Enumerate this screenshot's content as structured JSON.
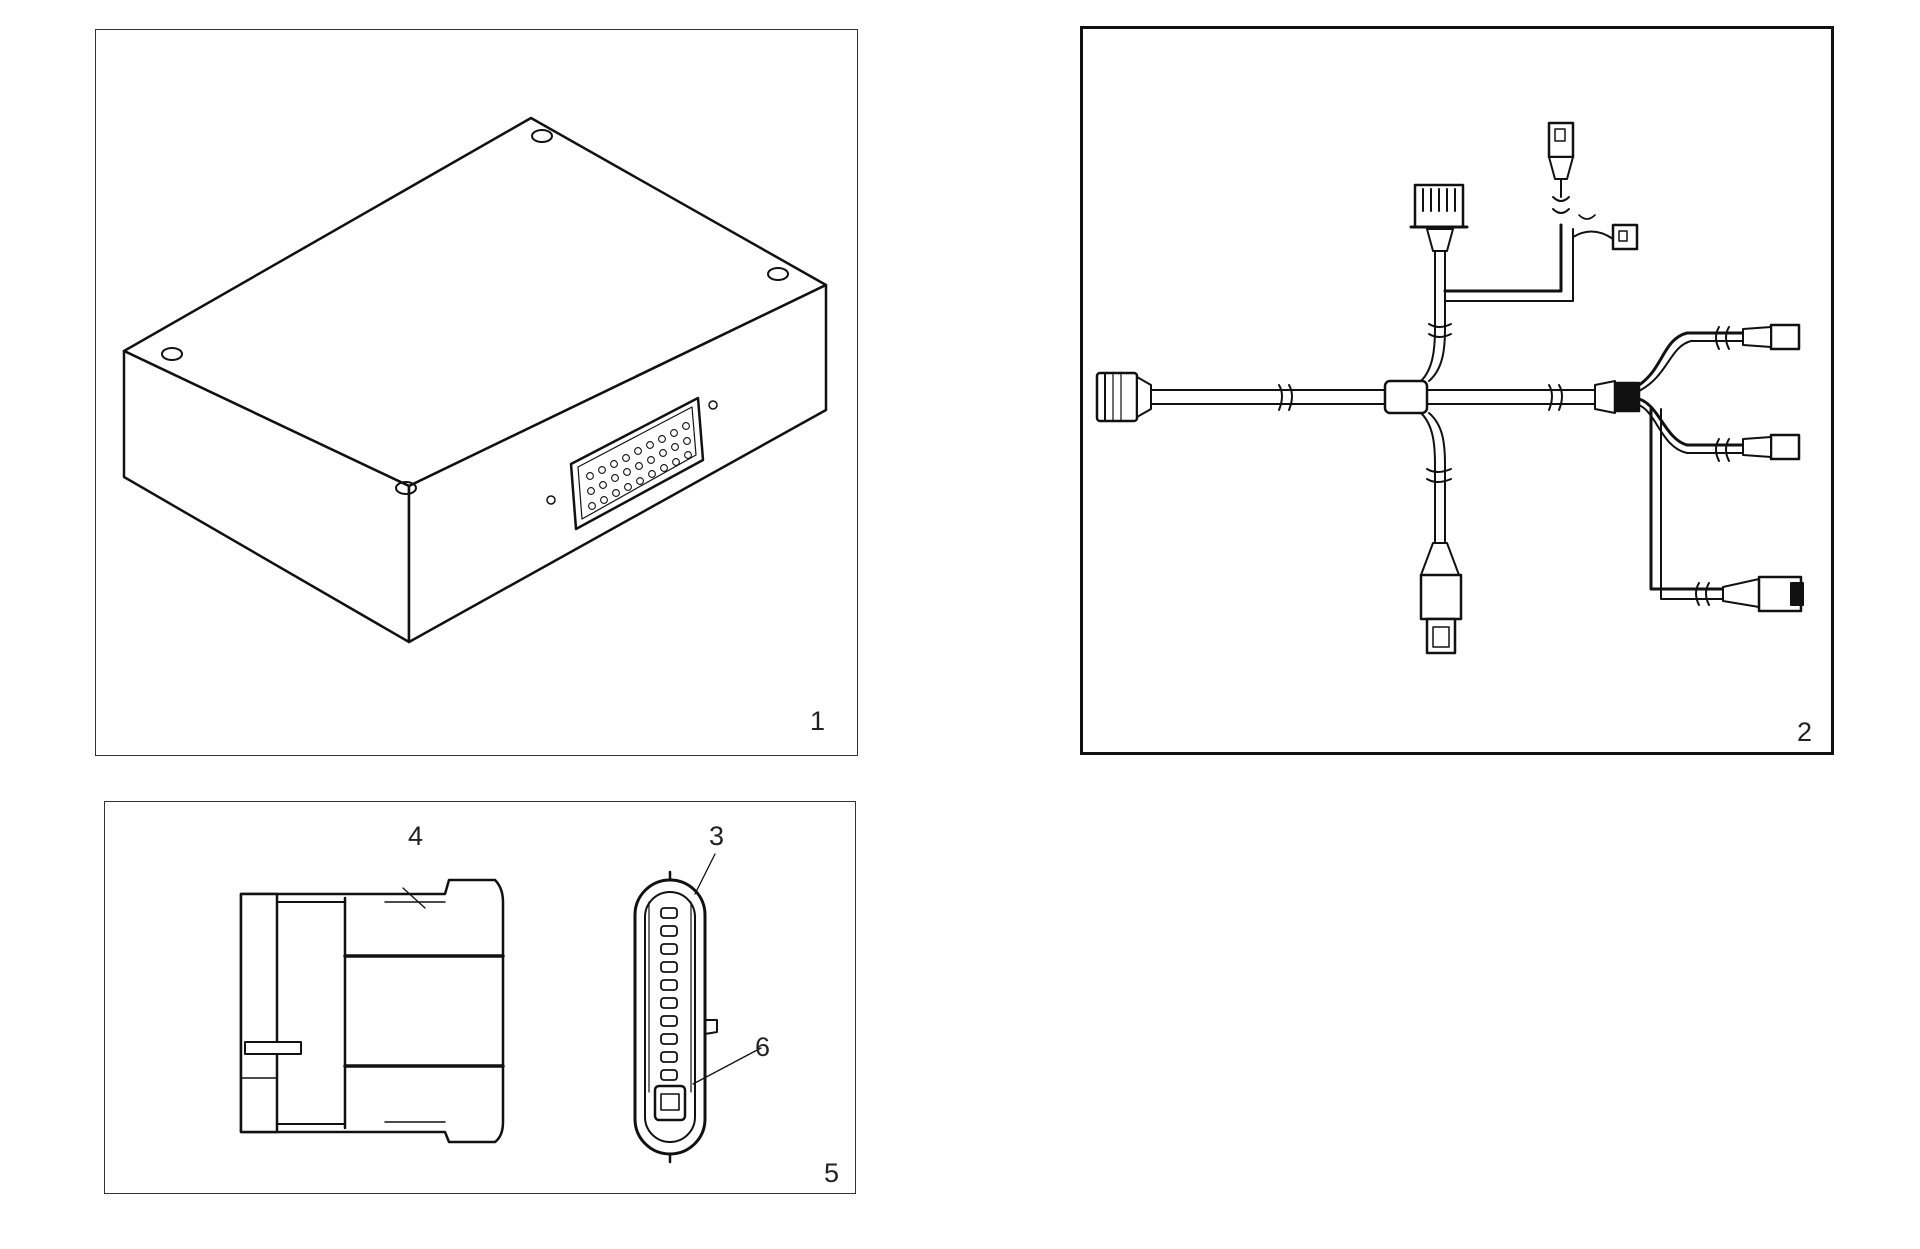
{
  "panels": {
    "box_unit": {
      "label": "1"
    },
    "harness": {
      "label": "2"
    },
    "connectors": {
      "label": "5",
      "callout_connector_body": "4",
      "callout_connector_face": "3",
      "callout_latch": "6"
    }
  },
  "colors": {
    "line": "#111111",
    "frame": "#333333",
    "background": "#ffffff"
  }
}
